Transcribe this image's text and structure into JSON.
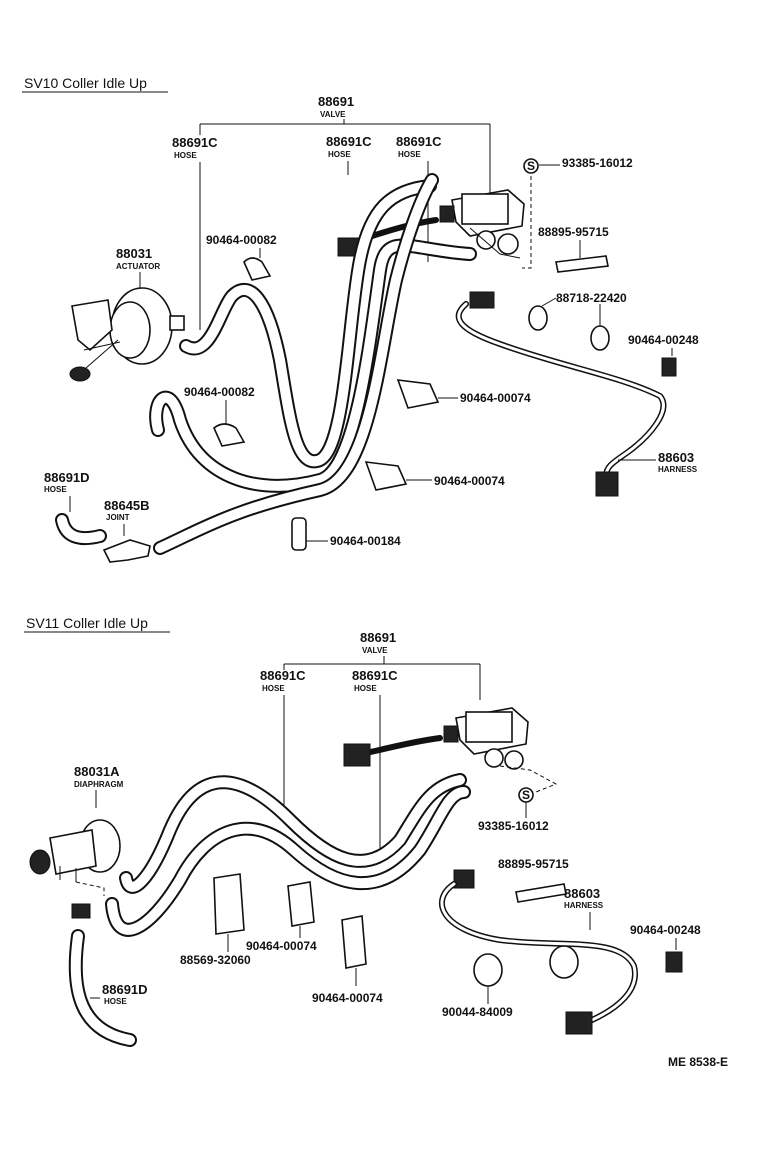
{
  "sections": {
    "sv10": {
      "title": "SV10 Coller Idle Up"
    },
    "sv11": {
      "title": "SV11 Coller Idle Up"
    }
  },
  "sv10": {
    "valve": {
      "pn": "88691",
      "name": "VALVE"
    },
    "hose_a": {
      "pn": "88691C",
      "name": "HOSE"
    },
    "hose_b": {
      "pn": "88691C",
      "name": "HOSE"
    },
    "hose_c": {
      "pn": "88691C",
      "name": "HOSE"
    },
    "screw": {
      "pn": "93385-16012",
      "mark": "S"
    },
    "plate": {
      "pn": "88895-95715"
    },
    "clip_a": {
      "pn": "90464-00082"
    },
    "actuator": {
      "pn": "88031",
      "name": "ACTUATOR"
    },
    "band": {
      "pn": "88718-22420"
    },
    "clamp_a": {
      "pn": "90464-00248"
    },
    "clip_b": {
      "pn": "90464-00082"
    },
    "clamp_b": {
      "pn": "90464-00074"
    },
    "harness": {
      "pn": "88603",
      "name": "HARNESS"
    },
    "hose_d": {
      "pn": "88691D",
      "name": "HOSE"
    },
    "clamp_c": {
      "pn": "90464-00074"
    },
    "joint": {
      "pn": "88645B",
      "name": "JOINT"
    },
    "clip_c": {
      "pn": "90464-00184"
    }
  },
  "sv11": {
    "valve": {
      "pn": "88691",
      "name": "VALVE"
    },
    "hose_a": {
      "pn": "88691C",
      "name": "HOSE"
    },
    "hose_b": {
      "pn": "88691C",
      "name": "HOSE"
    },
    "diaphragm": {
      "pn": "88031A",
      "name": "DIAPHRAGM"
    },
    "screw": {
      "pn": "93385-16012",
      "mark": "S"
    },
    "plate": {
      "pn": "88895-95715"
    },
    "harness": {
      "pn": "88603",
      "name": "HARNESS"
    },
    "clamp_a": {
      "pn": "90464-00248"
    },
    "clip_a": {
      "pn": "88569-32060"
    },
    "clamp_b": {
      "pn": "90464-00074"
    },
    "band": {
      "pn": "90044-84009"
    },
    "clamp_c": {
      "pn": "90464-00074"
    },
    "hose_d": {
      "pn": "88691D",
      "name": "HOSE"
    }
  },
  "code": "ME 8538-E"
}
